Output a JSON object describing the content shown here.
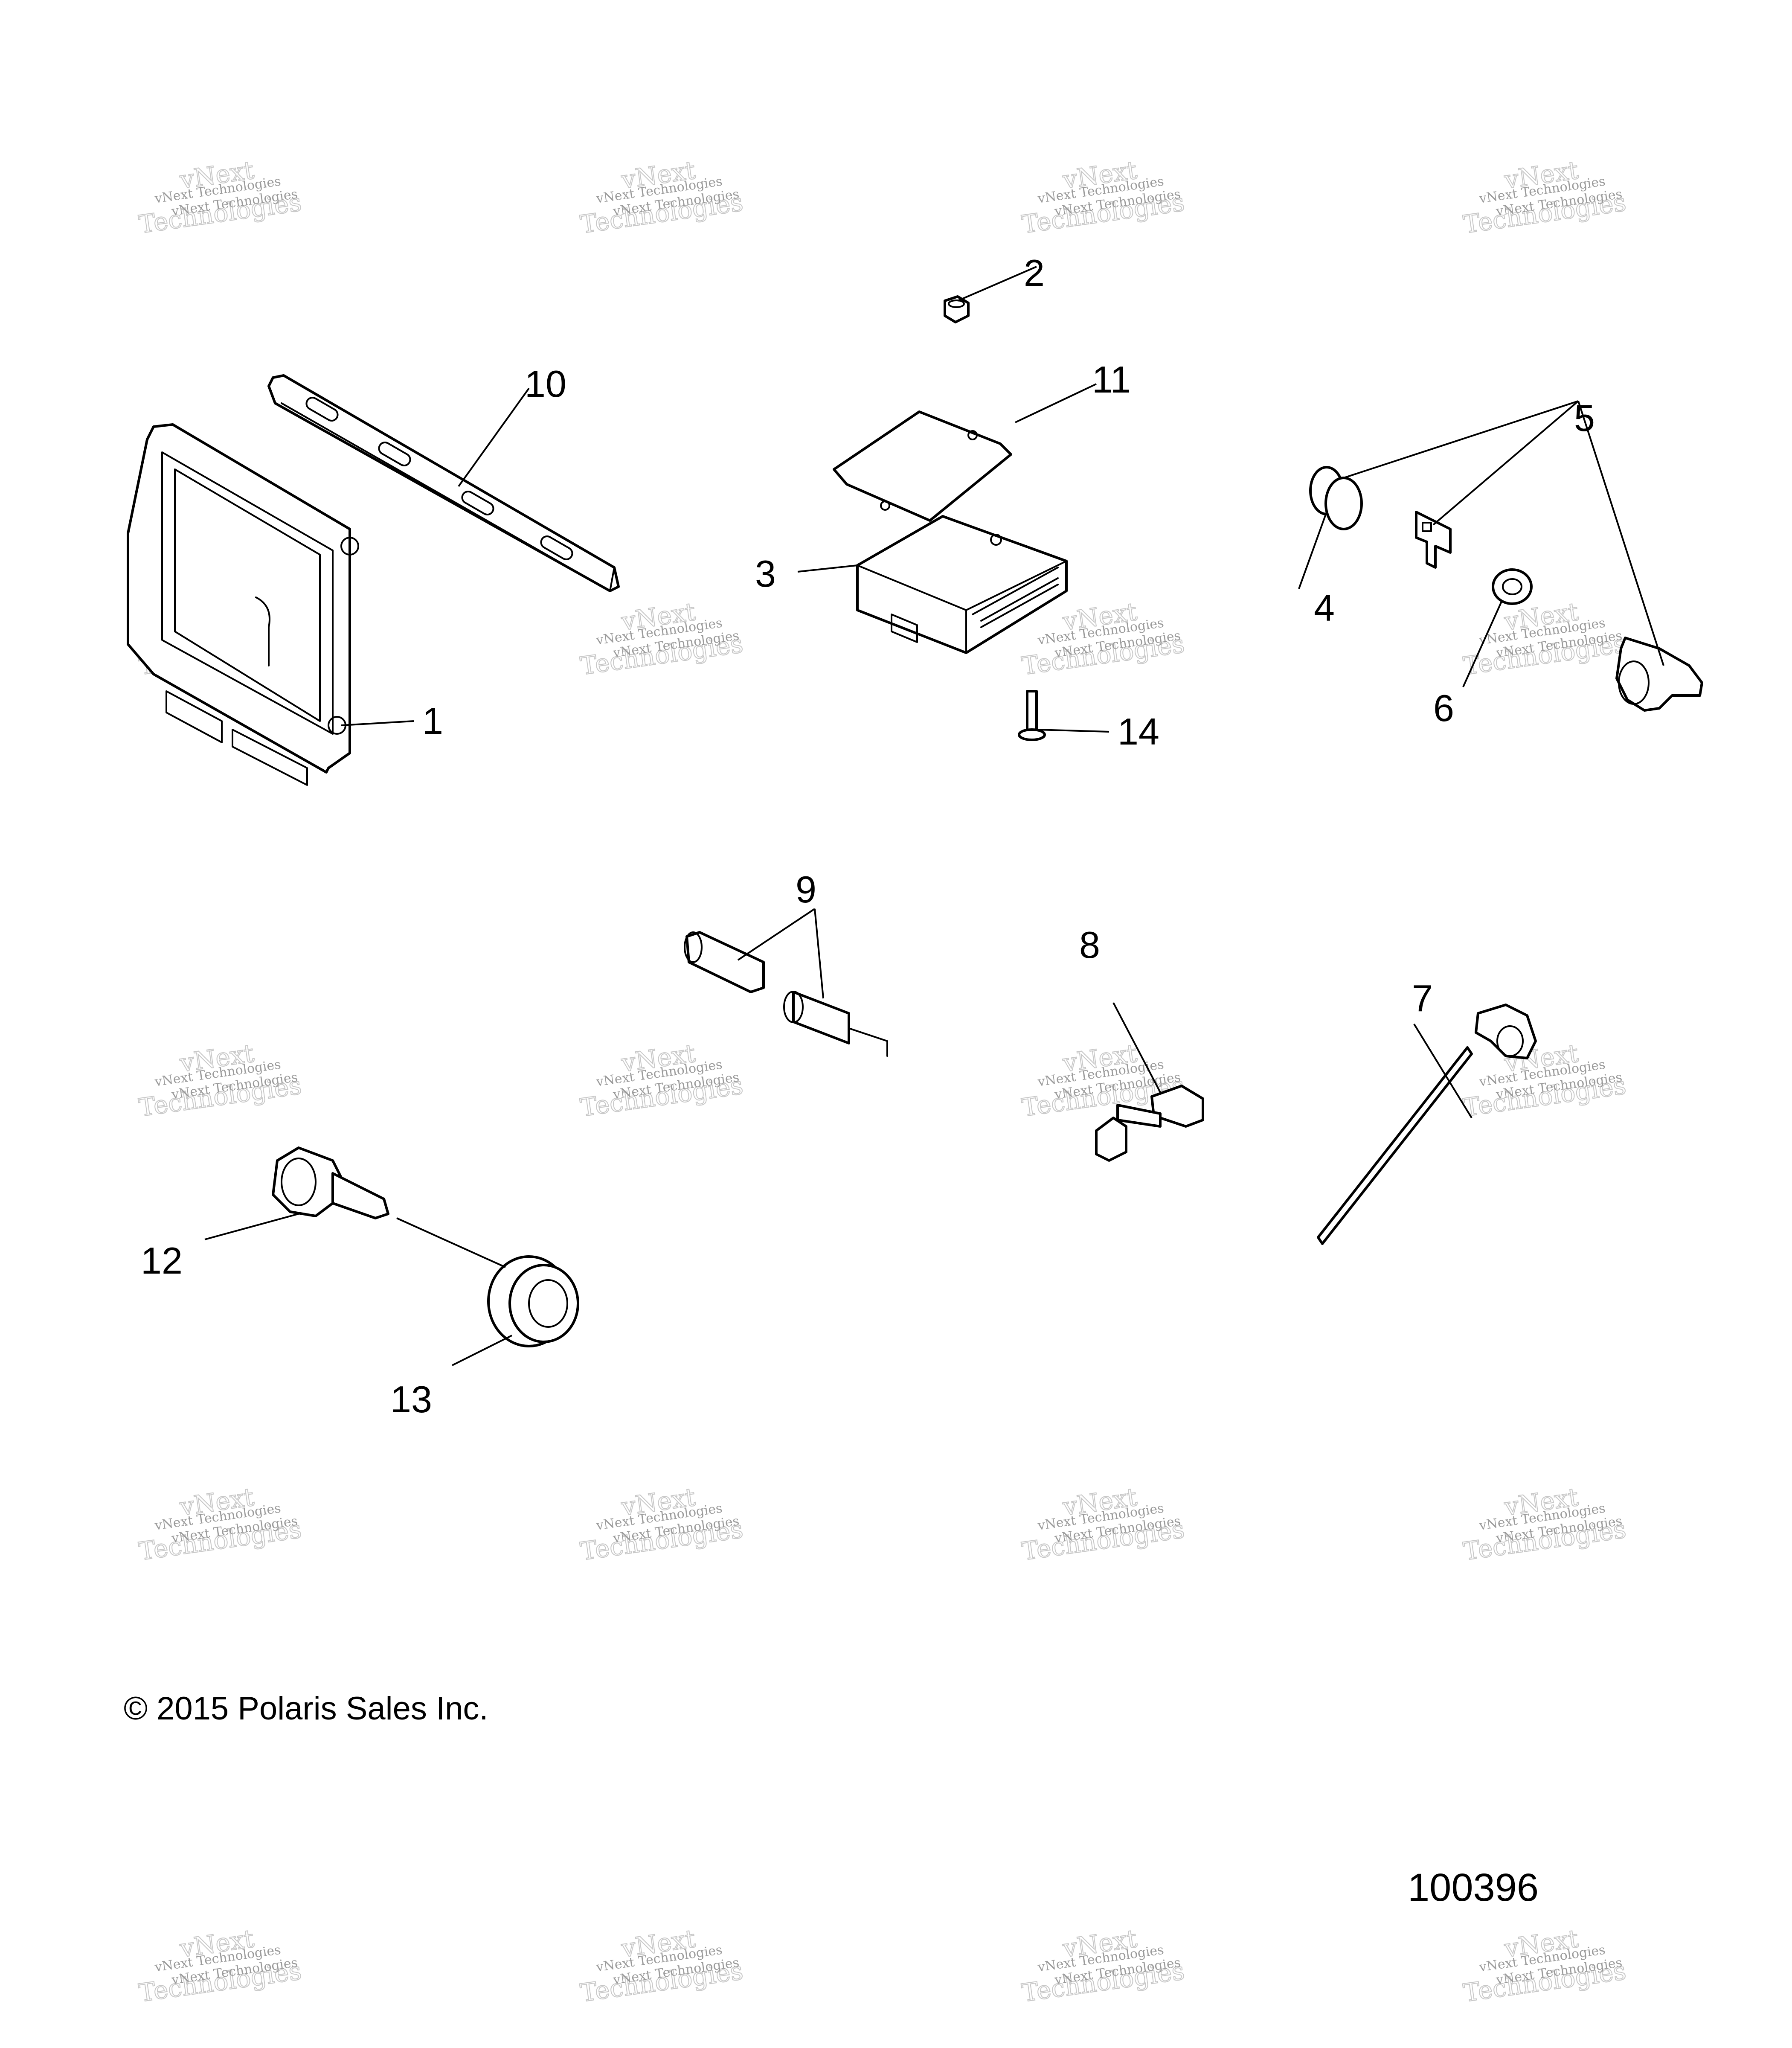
{
  "diagram": {
    "callouts": [
      "1",
      "2",
      "3",
      "4",
      "5",
      "6",
      "7",
      "8",
      "9",
      "10",
      "11",
      "12",
      "13",
      "14"
    ],
    "watermark": {
      "line1": "vNext Technologies",
      "line2": "vNext",
      "line3": "Technologies",
      "line4": "vNext Technologies"
    },
    "copyright": "© 2015 Polaris Sales Inc.",
    "document_number": "100396"
  }
}
